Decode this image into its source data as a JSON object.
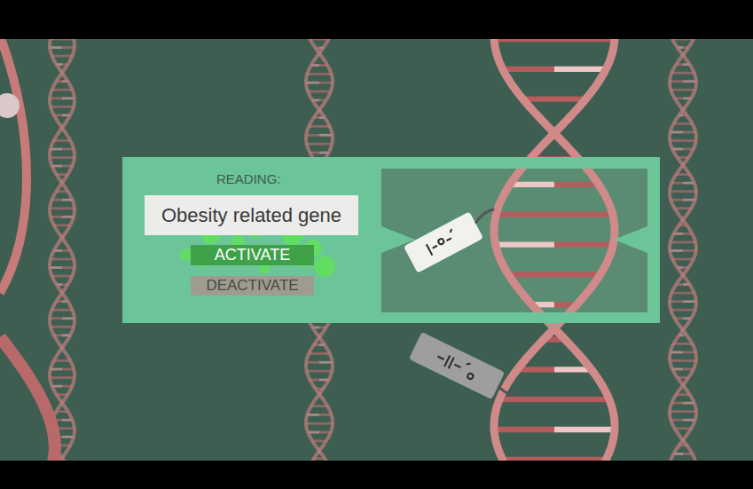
{
  "diagram": {
    "nodes": [
      {
        "text": [
          "READING:"
        ]
      },
      {
        "text": [
          "Obesity related gene"
        ],
        "in": 0
      },
      {
        "text": [
          "ACTIVATE"
        ],
        "in": 0
      },
      {
        "text": [
          "DEACTIVATE"
        ],
        "in": 0
      }
    ]
  }
}
